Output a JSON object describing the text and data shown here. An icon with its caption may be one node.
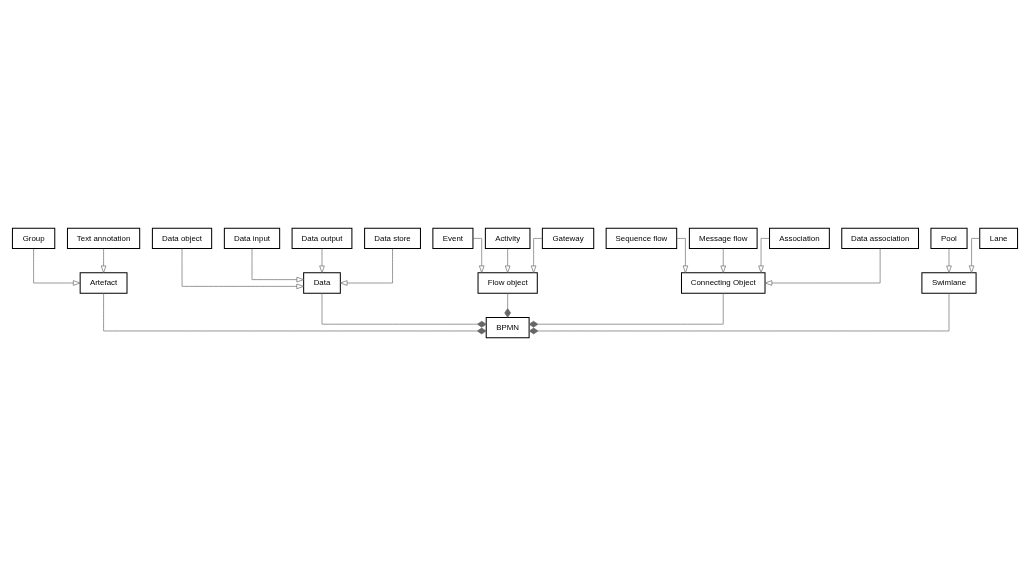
{
  "diagram": {
    "nodes": [
      {
        "text": [
          "Group"
        ]
      },
      {
        "text": [
          "Text annotation"
        ]
      },
      {
        "text": [
          "Data object"
        ]
      },
      {
        "text": [
          "Data"
        ]
      },
      {
        "text": [
          "Artefact"
        ]
      },
      {
        "text": [
          "Data input"
        ]
      },
      {
        "text": [
          "Data output"
        ]
      },
      {
        "text": [
          "Data store"
        ]
      },
      {
        "text": [
          "Event"
        ]
      },
      {
        "text": [
          "BPMN"
        ]
      },
      {
        "text": [
          "Flow object"
        ]
      },
      {
        "text": [
          "Activity"
        ]
      },
      {
        "text": [
          "Gateway"
        ]
      },
      {
        "text": [
          "Sequence flow"
        ]
      },
      {
        "text": [
          "Message flow"
        ]
      },
      {
        "text": [
          "Connecting Object"
        ]
      },
      {
        "text": [
          "Swimlane"
        ]
      },
      {
        "text": [
          "Association"
        ]
      },
      {
        "text": [
          "Data association"
        ]
      },
      {
        "text": [
          "Pool"
        ]
      },
      {
        "text": [
          "Lane"
        ]
      }
    ],
    "edges": [
      {
        "from": 0,
        "to": 4,
        "arrow": "to"
      },
      {
        "from": 1,
        "to": 4,
        "arrow": "to"
      },
      {
        "from": 2,
        "to": 3,
        "arrow": "to"
      },
      {
        "from": 5,
        "to": 3,
        "arrow": "to"
      },
      {
        "from": 6,
        "to": 3,
        "arrow": "to"
      },
      {
        "from": 7,
        "to": 3,
        "arrow": "to"
      },
      {
        "from": 3,
        "to": 9,
        "arrow": "other"
      },
      {
        "from": 4,
        "to": 9,
        "arrow": "other"
      },
      {
        "from": 10,
        "to": 9,
        "arrow": "other"
      },
      {
        "from": 15,
        "to": 9,
        "arrow": "other"
      },
      {
        "from": 16,
        "to": 9,
        "arrow": "other"
      },
      {
        "from": 8,
        "to": 10,
        "arrow": "to"
      },
      {
        "from": 11,
        "to": 10,
        "arrow": "to"
      },
      {
        "from": 12,
        "to": 10,
        "arrow": "to"
      },
      {
        "from": 13,
        "to": 15,
        "arrow": "to"
      },
      {
        "from": 14,
        "to": 15,
        "arrow": "to"
      },
      {
        "from": 17,
        "to": 15,
        "arrow": "to"
      },
      {
        "from": 18,
        "to": 15,
        "arrow": "to"
      },
      {
        "from": 19,
        "to": 16,
        "arrow": "to"
      },
      {
        "from": 20,
        "to": 16,
        "arrow": "to"
      }
    ]
  }
}
